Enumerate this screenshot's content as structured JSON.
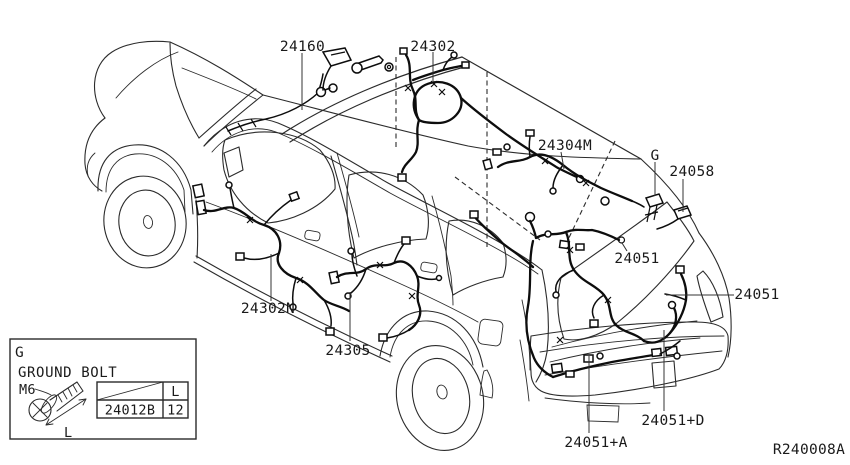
{
  "diagram_code": "R240008A",
  "callouts": {
    "c24160": "24160",
    "c24302": "24302",
    "c24304m": "24304M",
    "g_mark": "G",
    "c24058": "24058",
    "c24051_top": "24051",
    "c24051_right": "24051",
    "c24302n": "24302N",
    "c24305": "24305",
    "c24051a": "24051+A",
    "c24051d": "24051+D"
  },
  "ground_box": {
    "corner_label": "G",
    "title": "GROUND BOLT",
    "bolt_size": "M6",
    "dim_label": "L",
    "table_header": "L",
    "part_number": "24012B",
    "length_value": "12"
  },
  "colors": {
    "background": "#ffffff",
    "line": "#2b2b2b",
    "harness": "#0d0d0d",
    "text": "#1a1a1a"
  }
}
